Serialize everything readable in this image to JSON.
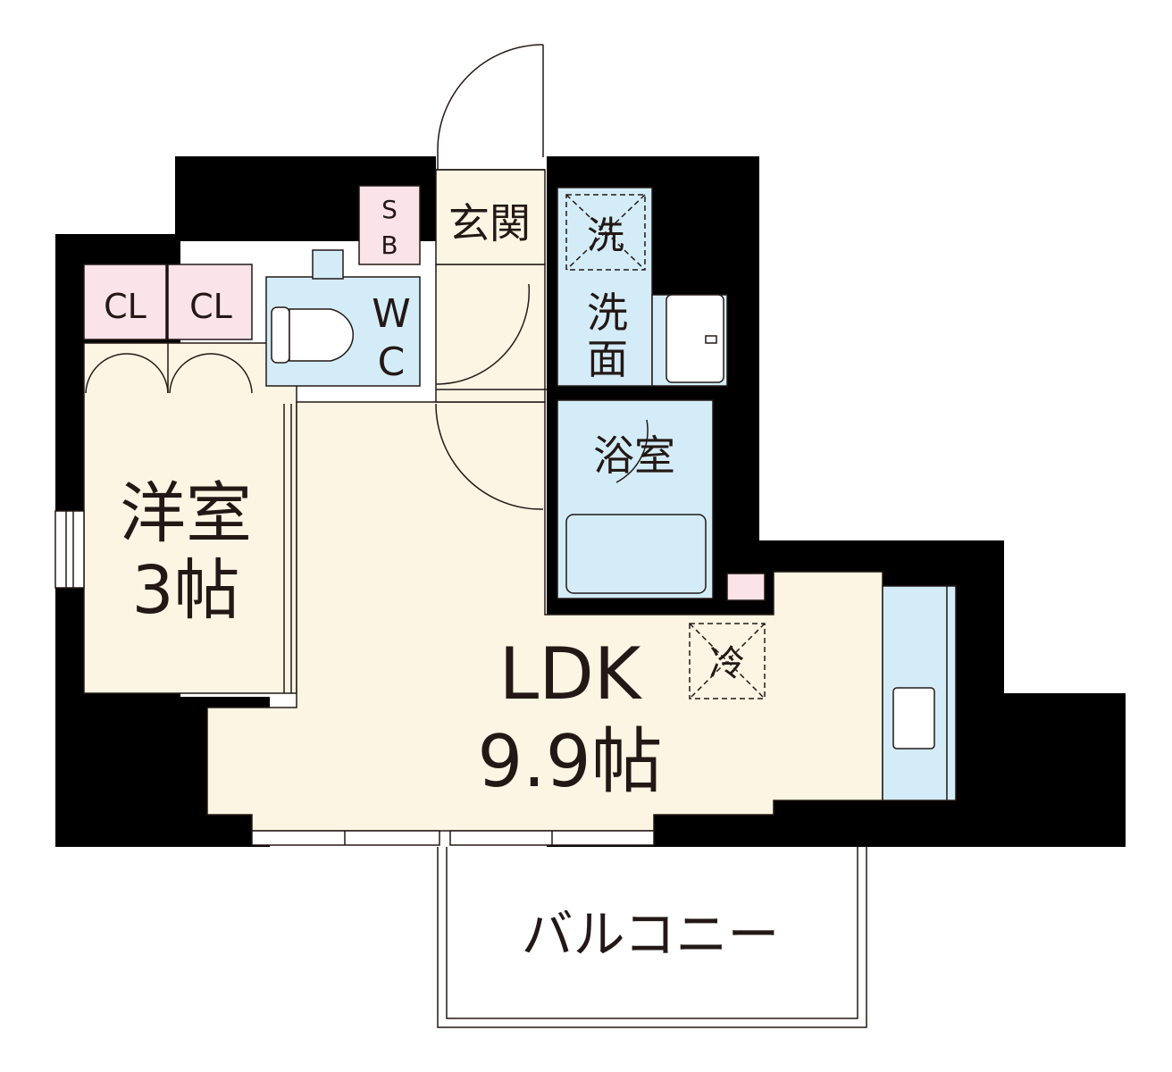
{
  "floorplan": {
    "rooms": {
      "western_room": {
        "name": "洋室",
        "size": "3帖"
      },
      "ldk": {
        "name": "LDK",
        "size": "9.9帖"
      },
      "entrance": {
        "name": "玄関"
      },
      "shoe_box": {
        "line1": "S",
        "line2": "B"
      },
      "toilet": {
        "line1": "W",
        "line2": "C"
      },
      "washer": {
        "name": "洗"
      },
      "washroom": {
        "line1": "洗",
        "line2": "面"
      },
      "bathroom": {
        "name": "浴室"
      },
      "closet_1": {
        "name": "CL"
      },
      "closet_2": {
        "name": "CL"
      },
      "fridge": {
        "name": "冷"
      },
      "balcony": {
        "name": "バルコニー"
      }
    },
    "colors": {
      "wall": "#000000",
      "floor": "#fcf5e3",
      "wet_area": "#d3ecf8",
      "storage": "#fbe3ea",
      "line": "#231815"
    }
  }
}
